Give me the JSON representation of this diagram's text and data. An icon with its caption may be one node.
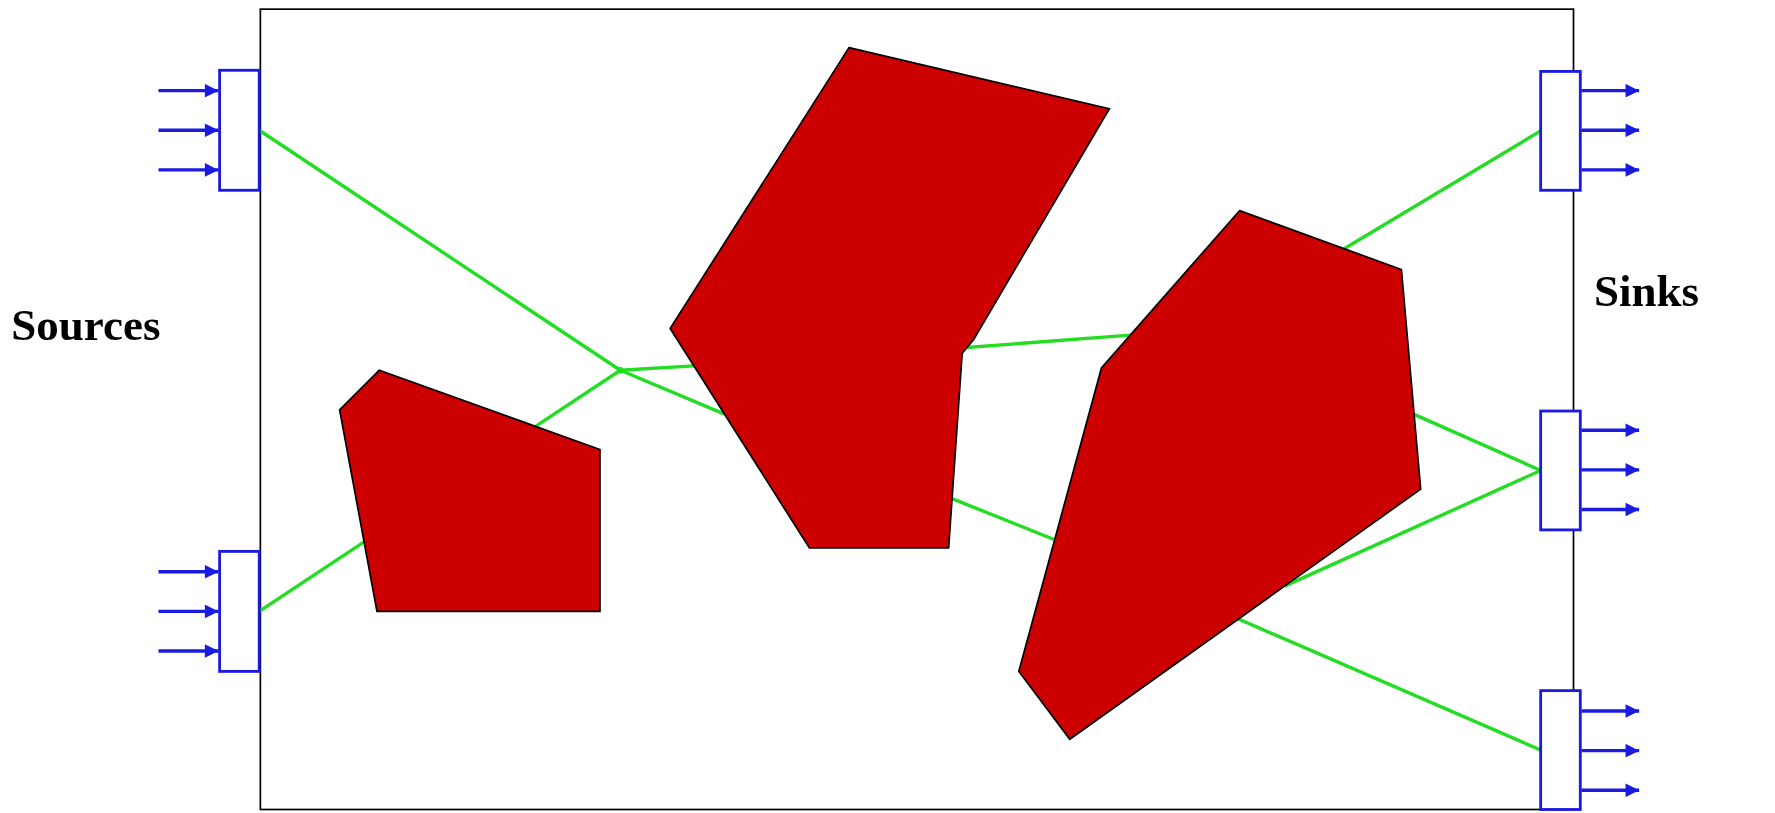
{
  "diagram": {
    "nodes": [
      {
        "text": [],
        "shape": "box"
      },
      {
        "text": [],
        "shape": "box"
      },
      {
        "text": [],
        "shape": "box"
      },
      {
        "text": [],
        "shape": "box"
      },
      {
        "text": [],
        "shape": "box"
      },
      {
        "text": [],
        "shape": "point"
      },
      {
        "text": [],
        "shape": "polygon"
      },
      {
        "text": [],
        "shape": "polygon"
      },
      {
        "text": [],
        "shape": "polygon"
      }
    ],
    "edges": [
      {
        "from": null,
        "to": 0,
        "arrow": "to"
      },
      {
        "from": null,
        "to": 0,
        "arrow": "to"
      },
      {
        "from": null,
        "to": 0,
        "arrow": "to"
      },
      {
        "from": null,
        "to": 1,
        "arrow": "to"
      },
      {
        "from": null,
        "to": 1,
        "arrow": "to"
      },
      {
        "from": null,
        "to": 1,
        "arrow": "to"
      },
      {
        "from": 2,
        "to": null,
        "arrow": "to"
      },
      {
        "from": 2,
        "to": null,
        "arrow": "to"
      },
      {
        "from": 2,
        "to": null,
        "arrow": "to"
      },
      {
        "from": 3,
        "to": null,
        "arrow": "to"
      },
      {
        "from": 3,
        "to": null,
        "arrow": "to"
      },
      {
        "from": 3,
        "to": null,
        "arrow": "to"
      },
      {
        "from": 4,
        "to": null,
        "arrow": "to"
      },
      {
        "from": 4,
        "to": null,
        "arrow": "to"
      },
      {
        "from": 4,
        "to": null,
        "arrow": "to"
      },
      {
        "from": 0,
        "to": 5,
        "arrow": "none",
        "color": "#22dd22"
      },
      {
        "from": 1,
        "to": 6,
        "arrow": "none",
        "color": "#22dd22"
      },
      {
        "from": 6,
        "to": 5,
        "arrow": "none",
        "color": "#22dd22"
      },
      {
        "from": 5,
        "to": 7,
        "arrow": "none",
        "color": "#22dd22"
      },
      {
        "from": 5,
        "to": 7,
        "arrow": "none",
        "color": "#22dd22"
      },
      {
        "from": 7,
        "to": 8,
        "arrow": "none",
        "color": "#22dd22"
      },
      {
        "from": 7,
        "to": 8,
        "arrow": "none",
        "color": "#22dd22"
      },
      {
        "from": 8,
        "to": 2,
        "arrow": "none",
        "color": "#22dd22"
      },
      {
        "from": 8,
        "to": 3,
        "arrow": "none",
        "color": "#22dd22"
      },
      {
        "from": 8,
        "to": 3,
        "arrow": "none",
        "color": "#22dd22"
      },
      {
        "from": 8,
        "to": 4,
        "arrow": "none",
        "color": "#22dd22"
      }
    ],
    "labels": [
      "Sources",
      "Sinks"
    ]
  }
}
